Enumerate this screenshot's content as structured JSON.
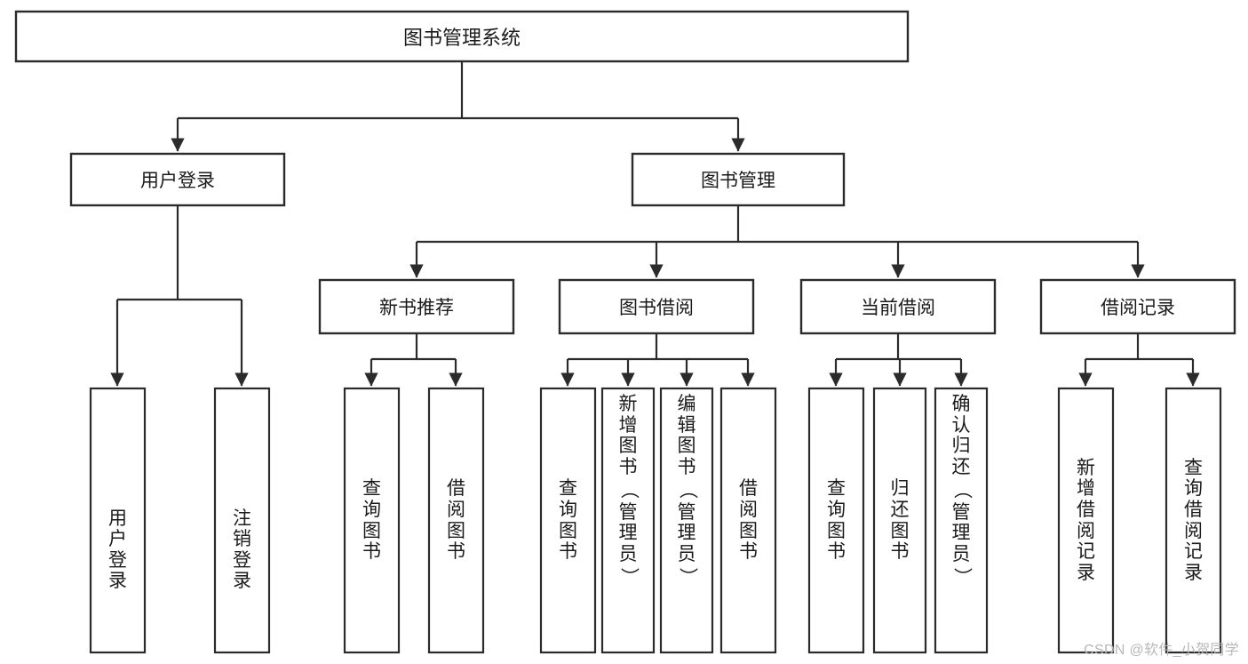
{
  "diagram": {
    "type": "tree",
    "title": "图书管理系统",
    "watermark": "CSDN @软件_小贺同学",
    "root": {
      "id": "root",
      "label": "图书管理系统",
      "orientation": "horizontal"
    },
    "level1": [
      {
        "id": "user-login",
        "label": "用户登录",
        "orientation": "horizontal"
      },
      {
        "id": "book-manage",
        "label": "图书管理",
        "orientation": "horizontal"
      }
    ],
    "level2": [
      {
        "id": "new-book-rec",
        "label": "新书推荐",
        "orientation": "horizontal",
        "parent": "book-manage"
      },
      {
        "id": "book-borrow",
        "label": "图书借阅",
        "orientation": "horizontal",
        "parent": "book-manage"
      },
      {
        "id": "current-borrow",
        "label": "当前借阅",
        "orientation": "horizontal",
        "parent": "book-manage"
      },
      {
        "id": "borrow-record",
        "label": "借阅记录",
        "orientation": "horizontal",
        "parent": "book-manage"
      }
    ],
    "leaves": [
      {
        "id": "leaf-user-login",
        "label": "用户登录",
        "parent": "user-login",
        "align": "bottom"
      },
      {
        "id": "leaf-user-logout",
        "label": "注销登录",
        "parent": "user-login",
        "align": "bottom"
      },
      {
        "id": "leaf-query-book-1",
        "label": "查询图书",
        "parent": "new-book-rec",
        "align": "middle"
      },
      {
        "id": "leaf-borrow-book-1",
        "label": "借阅图书",
        "parent": "new-book-rec",
        "align": "middle"
      },
      {
        "id": "leaf-query-book-2",
        "label": "查询图书",
        "parent": "book-borrow",
        "align": "middle"
      },
      {
        "id": "leaf-add-book",
        "label": "新增图书（管理员）",
        "parent": "book-borrow",
        "align": "top"
      },
      {
        "id": "leaf-edit-book",
        "label": "编辑图书（管理员）",
        "parent": "book-borrow",
        "align": "top"
      },
      {
        "id": "leaf-borrow-book-2",
        "label": "借阅图书",
        "parent": "book-borrow",
        "align": "middle"
      },
      {
        "id": "leaf-query-book-3",
        "label": "查询图书",
        "parent": "current-borrow",
        "align": "middle"
      },
      {
        "id": "leaf-return-book",
        "label": "归还图书",
        "parent": "current-borrow",
        "align": "middle"
      },
      {
        "id": "leaf-confirm-return",
        "label": "确认归还（管理员）",
        "parent": "current-borrow",
        "align": "top"
      },
      {
        "id": "leaf-add-record",
        "label": "新增借阅记录",
        "parent": "borrow-record",
        "align": "middle"
      },
      {
        "id": "leaf-query-record",
        "label": "查询借阅记录",
        "parent": "borrow-record",
        "align": "middle"
      }
    ],
    "colors": {
      "stroke": "#2b2b2b",
      "fill": "#ffffff",
      "text": "#1a1a1a",
      "watermark": "#b8b8b8",
      "background": "#ffffff"
    }
  }
}
